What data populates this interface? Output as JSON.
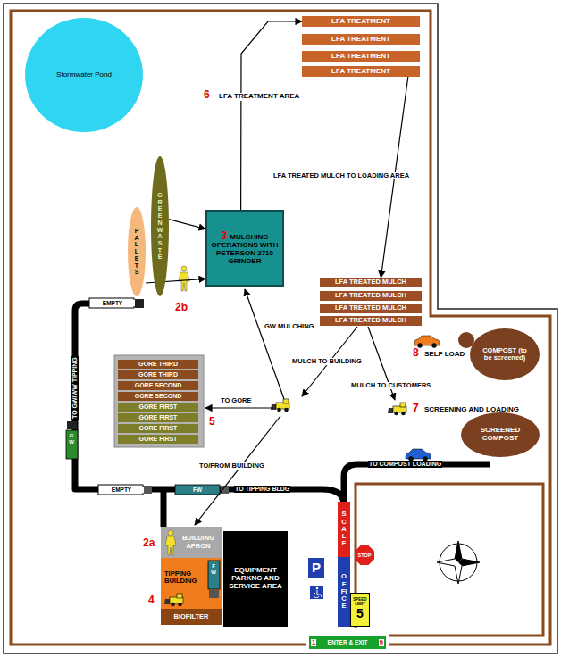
{
  "diagram": {
    "nodes": [
      {
        "text": [
          "Stormwater Pond"
        ]
      },
      {
        "text": [
          "LFA TREATMENT"
        ]
      },
      {
        "text": [
          "LFA TREATMENT"
        ]
      },
      {
        "text": [
          "LFA TREATMENT"
        ]
      },
      {
        "text": [
          "LFA TREATMENT"
        ]
      },
      {
        "text": [
          "PALLETS"
        ]
      },
      {
        "text": [
          "GREENWASTE"
        ]
      },
      {
        "text": [
          "3",
          "MULCHING OPERATIONS WITH PETERSON 2710 GRINDER"
        ]
      },
      {
        "text": [
          "LFA TREATED MULCH"
        ]
      },
      {
        "text": [
          "LFA TREATED MULCH"
        ]
      },
      {
        "text": [
          "LFA TREATED MULCH"
        ]
      },
      {
        "text": [
          "LFA TREATED MULCH"
        ]
      },
      {
        "text": [
          "COMPOST (to be screened)"
        ]
      },
      {
        "text": [
          "SCREENED COMPOST"
        ]
      },
      {
        "text": [
          "GORE THIRD"
        ]
      },
      {
        "text": [
          "GORE THIRD"
        ]
      },
      {
        "text": [
          "GORE SECOND"
        ]
      },
      {
        "text": [
          "GORE SECOND"
        ]
      },
      {
        "text": [
          "GORE FIRST"
        ]
      },
      {
        "text": [
          "GORE FIRST"
        ]
      },
      {
        "text": [
          "GORE FIRST"
        ]
      },
      {
        "text": [
          "GORE FIRST"
        ]
      },
      {
        "text": [
          "BUILDING APRON"
        ]
      },
      {
        "text": [
          "TIPPING BUILDING"
        ]
      },
      {
        "text": [
          "BIOFILTER"
        ]
      },
      {
        "text": [
          "EQUIPMENT PARKNG AND SERVICE AREA"
        ]
      },
      {
        "text": [
          "P"
        ]
      },
      {
        "text": [
          "SCALE"
        ]
      },
      {
        "text": [
          "OFFICE"
        ]
      },
      {
        "text": [
          "STOP"
        ]
      },
      {
        "text": [
          "SPEED LIMIT",
          "5"
        ]
      },
      {
        "text": [
          "1",
          "ENTER & EXIT",
          "9"
        ]
      }
    ],
    "edges": [
      {
        "from": 5,
        "to": 7,
        "arrow": "to"
      },
      {
        "from": 6,
        "to": 7,
        "arrow": "to"
      },
      {
        "from": 7,
        "to": 1,
        "arrow": "to"
      },
      {
        "from": 4,
        "to": 8,
        "arrow": "to",
        "label": "LFA TREATED MULCH TO LOADING AREA"
      }
    ],
    "labels": [
      "6",
      "LFA TREATMENT AREA",
      "2b",
      "EMPTY",
      "TO GW/WW TIPPING",
      "GW MULCHING",
      "MULCH TO BUILDING",
      "MULCH TO CUSTOMERS",
      "8",
      "SELF LOAD",
      "7",
      "SCREENING AND LOADING",
      "TO GORE",
      "5",
      "TO/FROM BUILDING",
      "GW",
      "EMPTY",
      "FW",
      "TO TIPPING BLDG",
      "TO COMPOST LOADING",
      "2a",
      "4",
      "FW"
    ]
  }
}
